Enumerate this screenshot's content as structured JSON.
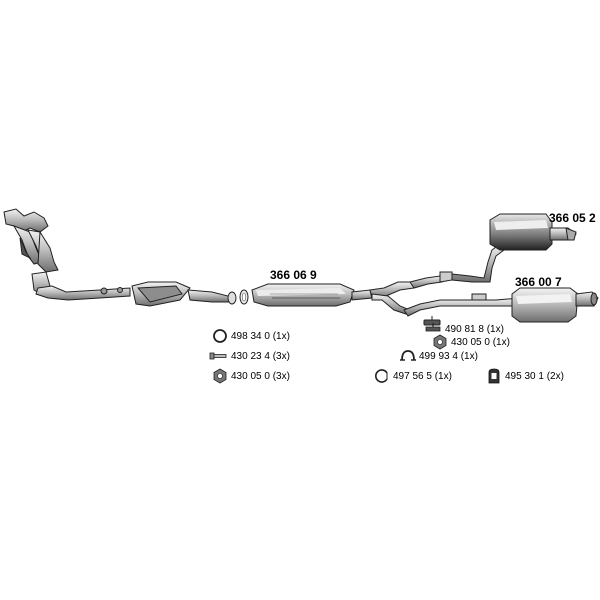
{
  "parts": {
    "front_pipe": "366 06 9",
    "rear_silencer_upper": "366 05 2",
    "rear_silencer_lower": "366 00 7"
  },
  "accessories": [
    {
      "icon": "ring-gasket-icon",
      "text": "498 34 0 (1x)"
    },
    {
      "icon": "bolt-icon",
      "text": "430 23 4 (3x)"
    },
    {
      "icon": "nut-icon",
      "text": "430 05 0 (3x)"
    },
    {
      "icon": "rubber-hanger-icon",
      "text": "490 81 8 (1x)"
    },
    {
      "icon": "nut-icon",
      "text": "430 05 0 (1x)"
    },
    {
      "icon": "clamp-icon",
      "text": "499 93 4 (1x)"
    },
    {
      "icon": "pipe-clamp-icon",
      "text": "497 56 5 (1x)"
    },
    {
      "icon": "mounting-bracket-icon",
      "text": "495 30 1 (2x)"
    }
  ]
}
